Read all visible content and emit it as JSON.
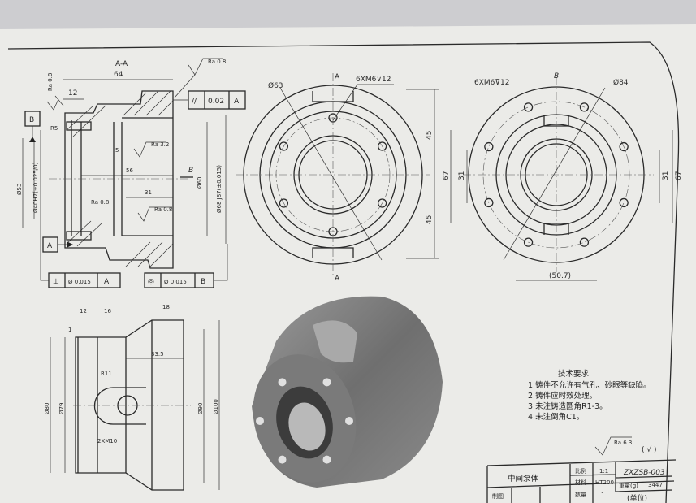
{
  "section_view": {
    "title": "A-A",
    "dim_length": "64",
    "dim_flange": "12",
    "dim_bore_depth": "56",
    "dim_step": "5",
    "dim_inner_length": "31",
    "radius": "R5",
    "dia_53": "Ø53",
    "dia_40": "Ø40H7(+0.025/0)",
    "dia_60": "Ø60",
    "dia_68": "Ø68 JS7(±0.015)",
    "ra_top": "Ra 0.8",
    "ra_left": "Ra 0.8",
    "ra_32": "Ra 3.2",
    "ra_inner": "Ra 0.8",
    "ra_lower": "Ra 0.8",
    "view_arrow": "B",
    "datum_a": "A",
    "datum_b": "B",
    "tol_parallel": {
      "symbol": "//",
      "value": "0.02",
      "datum": "A"
    },
    "tol_perpendicular": {
      "symbol": "⊥",
      "value": "Ø 0.015",
      "datum": "A"
    },
    "tol_concentric": {
      "symbol": "◎",
      "value": "Ø 0.015",
      "datum": "B"
    }
  },
  "front_view": {
    "dia": "Ø63",
    "holes": "6XM6⊽12",
    "cut_top": "A",
    "cut_bottom": "A",
    "dim_upper": "45",
    "dim_lower": "45"
  },
  "side_view": {
    "holes": "6XM6⊽12",
    "label": "B",
    "dia": "Ø84",
    "dim_left_outer": "67",
    "dim_left_inner": "31",
    "dim_right_inner": "31",
    "dim_right_outer": "67",
    "dim_bottom": "(50.7)"
  },
  "bottom_view": {
    "dim_12": "12",
    "dim_16": "16",
    "dim_18": "18",
    "dim_1": "1",
    "dim_335": "33.5",
    "radius": "R11",
    "thread": "2XM10",
    "dia_80": "Ø80",
    "dia_79": "Ø79",
    "dia_90": "Ø90",
    "dia_100": "Ø100"
  },
  "tech_requirements": {
    "title": "技术要求",
    "items": [
      "1.铸件不允许有气孔、砂眼等缺陷。",
      "2.铸件应时效处理。",
      "3.未注铸造圆角R1-3。",
      "4.未注倒角C1。"
    ],
    "roughness": "Ra 6.3",
    "roughness_other": "( √ )"
  },
  "title_block": {
    "part_name": "中间泵体",
    "scale_label": "比例",
    "scale_value": "1:1",
    "drawing_no": "ZXZSB-003",
    "material_label": "材料",
    "material_value": "HT200",
    "drawn_label": "制图",
    "qty_label": "数量",
    "qty_value": "1",
    "weight_label": "重量(g)",
    "weight_value": "3447",
    "unit_label": "(单位)"
  }
}
